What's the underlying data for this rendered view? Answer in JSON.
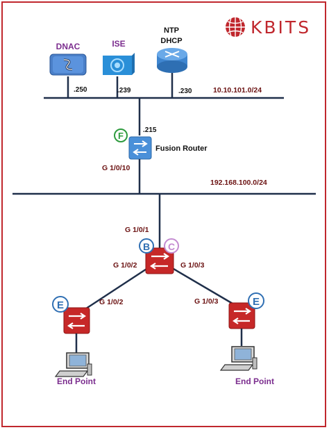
{
  "brand": {
    "name": "KBITS",
    "color": "#c0272d"
  },
  "servers": {
    "dnac": {
      "label": "DNAC",
      "addr": ".250",
      "icon": "dnac-icon"
    },
    "ise": {
      "label": "ISE",
      "addr": ".239",
      "icon": "ise-icon"
    },
    "ntp": {
      "label_line1": "NTP",
      "label_line2": "DHCP",
      "addr": ".230",
      "icon": "router-icon"
    }
  },
  "networks": {
    "top": "10.10.101.0/24",
    "middle": "192.168.100.0/24"
  },
  "fusion": {
    "badge": "F",
    "label": "Fusion Router",
    "addr": ".215",
    "port": "G 1/0/10",
    "icon": "layer3-switch-icon"
  },
  "core": {
    "badge_b": "B",
    "badge_c": "C",
    "port_up": "G 1/0/1",
    "port_left": "G 1/0/2",
    "port_right": "G 1/0/3",
    "icon": "switch-icon"
  },
  "edge_left": {
    "badge": "E",
    "port": "G 1/0/2",
    "icon": "switch-icon"
  },
  "edge_right": {
    "badge": "E",
    "port": "G 1/0/3",
    "icon": "switch-icon"
  },
  "endpoints": {
    "left_label": "End Point",
    "right_label": "End Point",
    "icon": "workstation-icon"
  },
  "colors": {
    "switch_red": "#c62828",
    "fusion_blue": "#4a90d9",
    "badge_blue": "#2f6fb3",
    "badge_c": "#c48bd1",
    "badge_f": "#2e9b3e",
    "label_purple": "#7b2d8e",
    "port_text": "#6b1212"
  }
}
